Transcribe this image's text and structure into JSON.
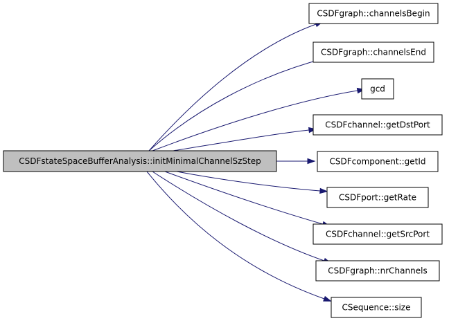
{
  "diagram": {
    "type": "call-graph",
    "colors": {
      "edge": "#191970",
      "source_fill": "#bfbfbf",
      "node_fill": "#ffffff",
      "border": "#000000"
    },
    "source": {
      "label": "CSDFstateSpaceBufferAnalysis::initMinimalChannelSzStep"
    },
    "targets": [
      {
        "label": "CSDFgraph::channelsBegin"
      },
      {
        "label": "CSDFgraph::channelsEnd"
      },
      {
        "label": "gcd"
      },
      {
        "label": "CSDFchannel::getDstPort"
      },
      {
        "label": "CSDFcomponent::getId"
      },
      {
        "label": "CSDFport::getRate"
      },
      {
        "label": "CSDFchannel::getSrcPort"
      },
      {
        "label": "CSDFgraph::nrChannels"
      },
      {
        "label": "CSequence::size"
      }
    ]
  }
}
